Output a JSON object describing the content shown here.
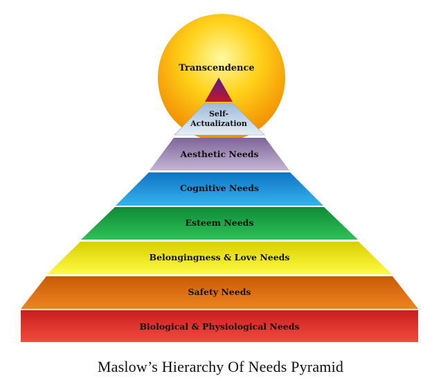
{
  "diagram": {
    "type": "pyramid",
    "top_label": "Transcendence",
    "levels": [
      {
        "label_lines": [
          "Self-",
          "Actualization"
        ],
        "color": "#bfd3e6"
      },
      {
        "label": "Aesthetic Needs",
        "color": "#9d87b4"
      },
      {
        "label": "Cognitive Needs",
        "color": "#1f8fd6"
      },
      {
        "label": "Esteem Needs",
        "color": "#1fa84a"
      },
      {
        "label": "Belongingness  & Love Needs",
        "color": "#f4ee1a"
      },
      {
        "label": "Safety Needs",
        "color": "#dd6b10"
      },
      {
        "label": "Biological  & Physiological  Needs",
        "color": "#e32a2a"
      }
    ],
    "caption": "Maslow’s Hierarchy Of Needs Pyramid"
  }
}
